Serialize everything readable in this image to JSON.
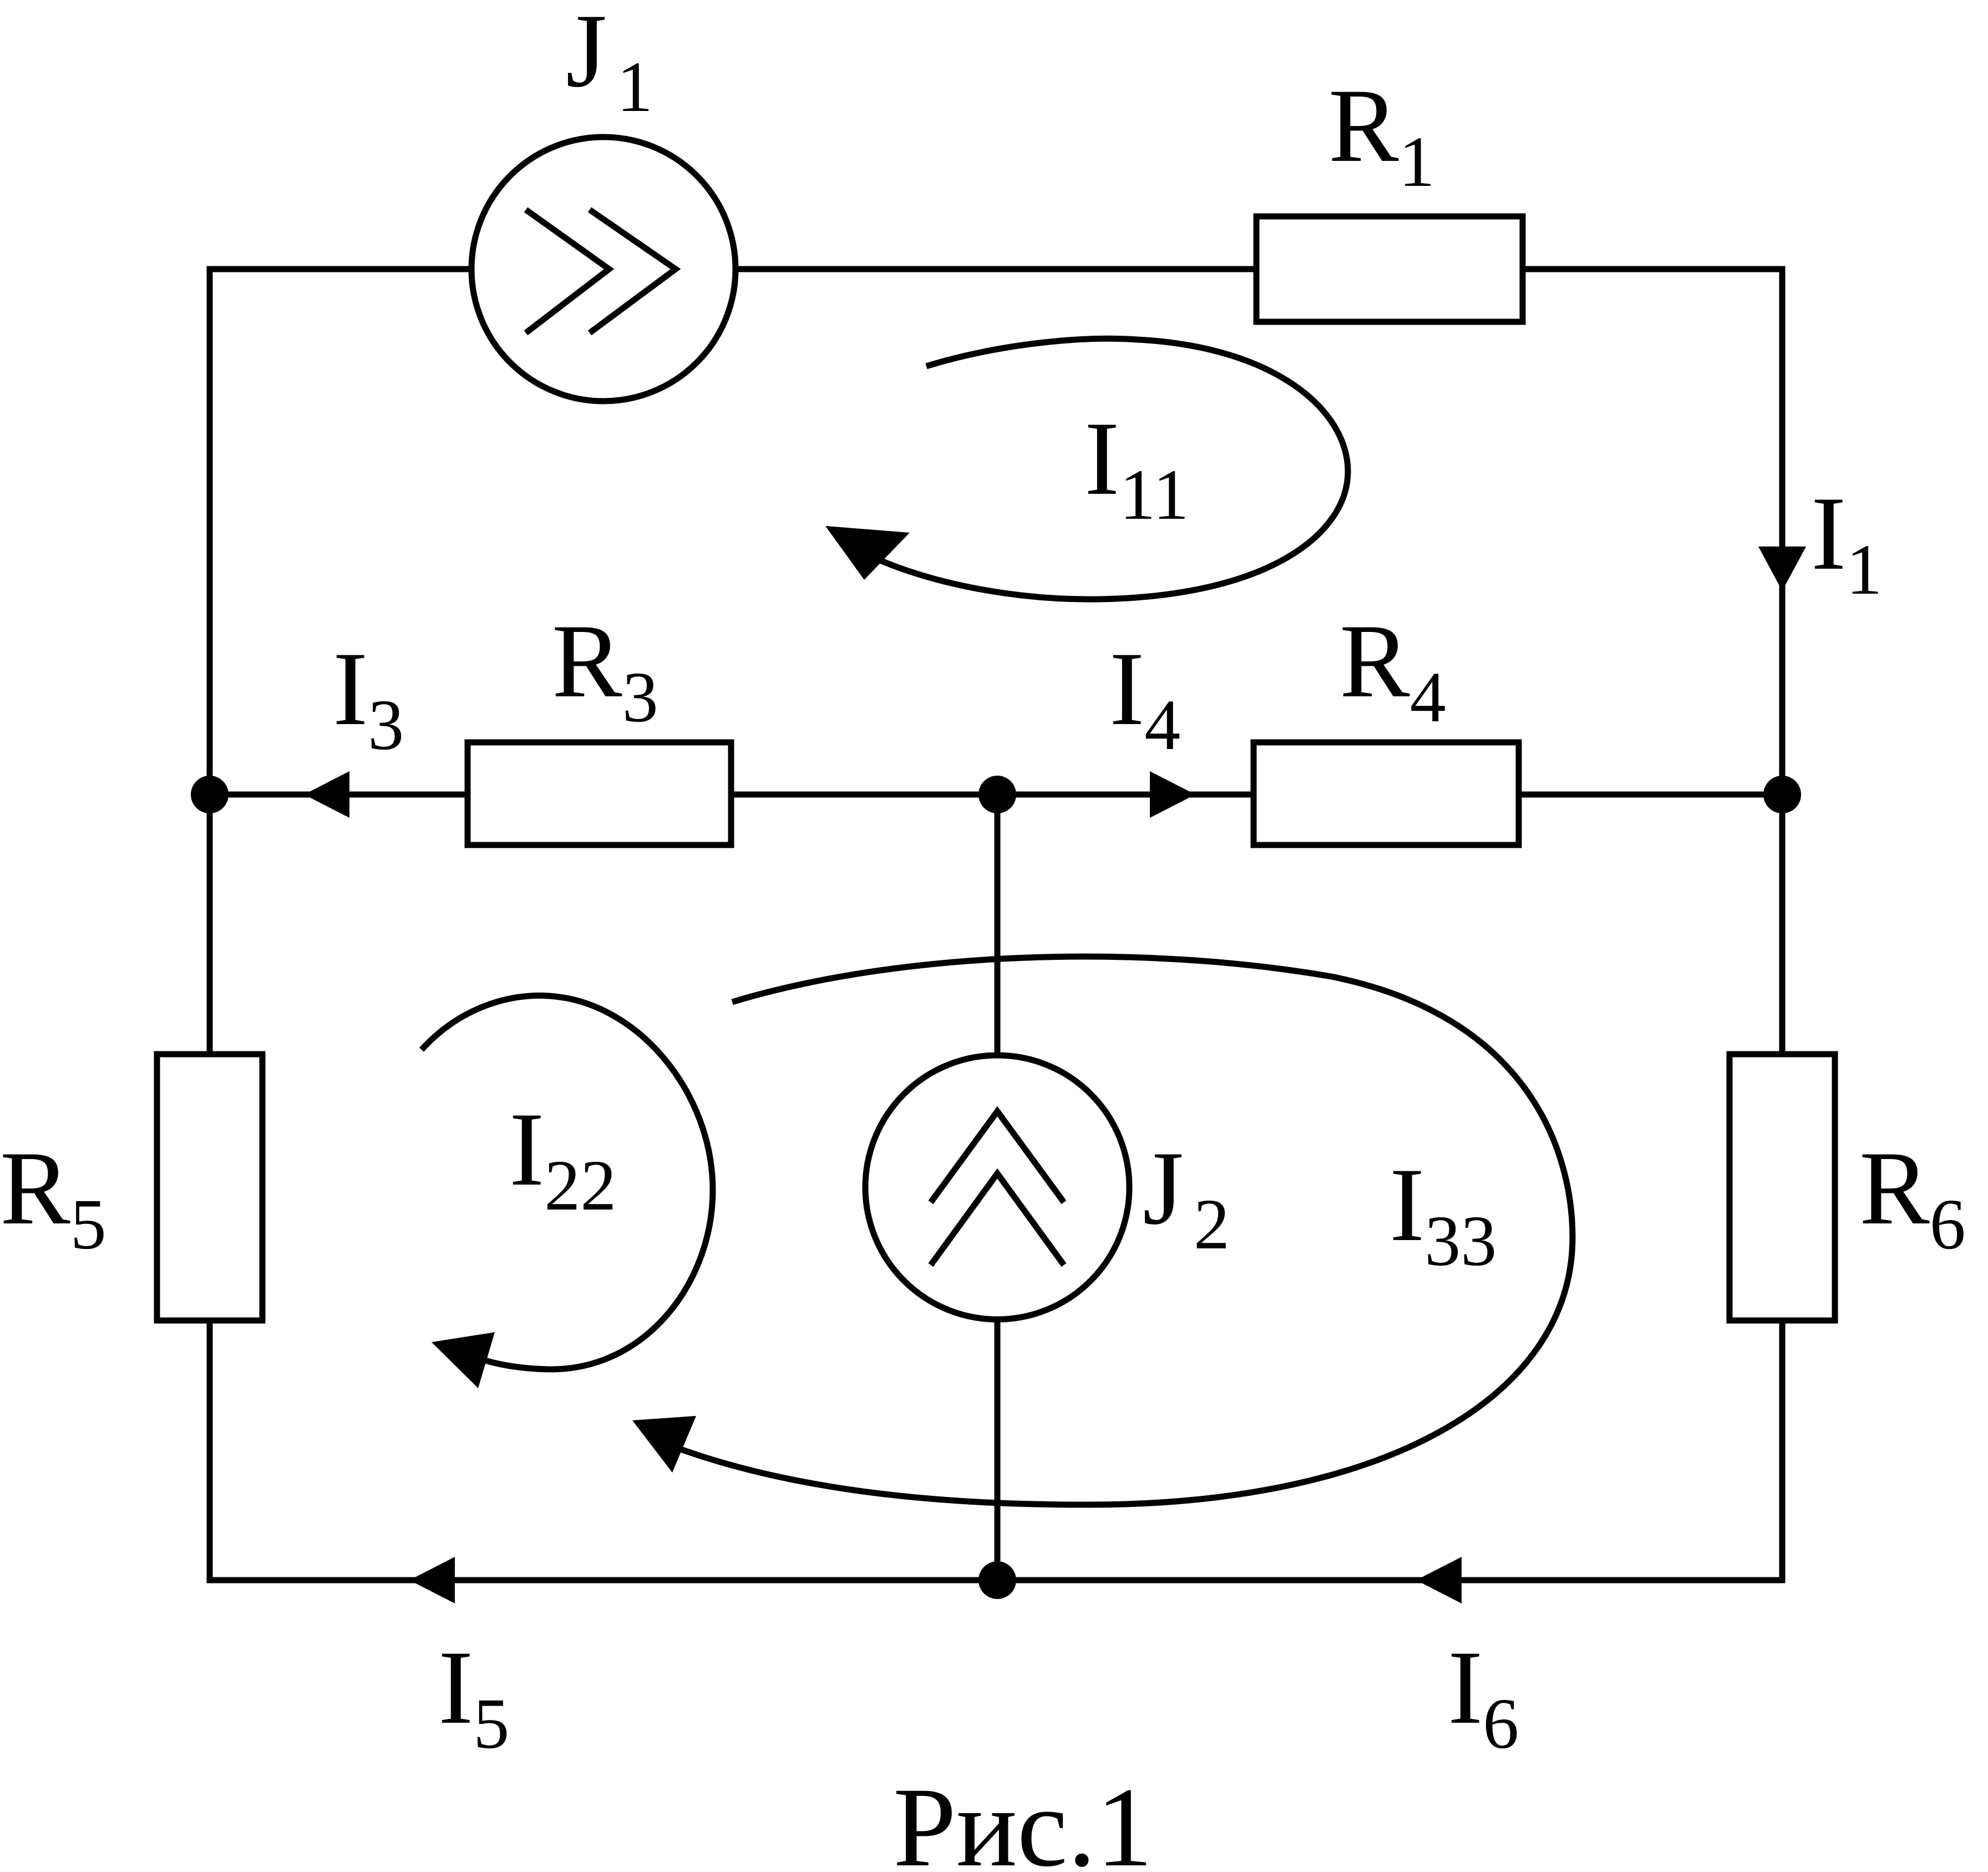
{
  "diagram": {
    "sources": {
      "j1": {
        "main": "J",
        "sub": "1"
      },
      "j2": {
        "main": "J",
        "sub": "2"
      }
    },
    "resistors": {
      "r1": {
        "main": "R",
        "sub": "1"
      },
      "r3": {
        "main": "R",
        "sub": "3"
      },
      "r4": {
        "main": "R",
        "sub": "4"
      },
      "r5": {
        "main": "R",
        "sub": "5"
      },
      "r6": {
        "main": "R",
        "sub": "6"
      }
    },
    "branch_currents": {
      "i1": {
        "main": "I",
        "sub": "1"
      },
      "i3": {
        "main": "I",
        "sub": "3"
      },
      "i4": {
        "main": "I",
        "sub": "4"
      },
      "i5": {
        "main": "I",
        "sub": "5"
      },
      "i6": {
        "main": "I",
        "sub": "6"
      }
    },
    "loop_currents": {
      "i11": {
        "main": "I",
        "sub": "11"
      },
      "i22": {
        "main": "I",
        "sub": "22"
      },
      "i33": {
        "main": "I",
        "sub": "33"
      }
    },
    "caption": "Рис.1"
  }
}
